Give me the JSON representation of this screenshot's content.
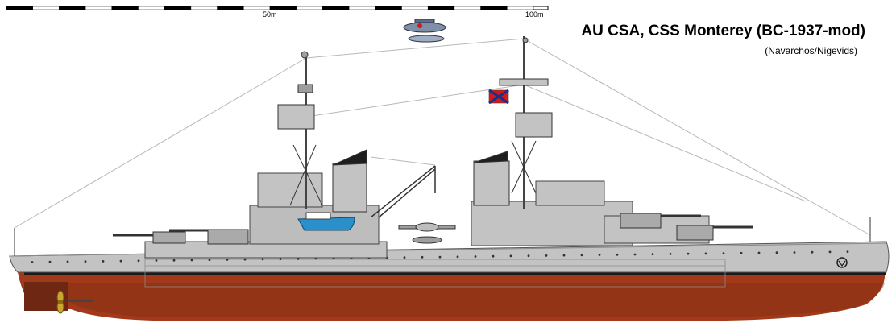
{
  "title": "AU CSA, CSS Monterey (BC-1937-mod)",
  "credit": "(Navarchos/Nigevids)",
  "scale_bar": {
    "labels": [
      "50m",
      "100m"
    ]
  },
  "colors": {
    "hull_gray": "#c3c3c3",
    "hull_red": "#a1391a",
    "hull_red_dark": "#6e2712",
    "boot_topping": "#1a1a1a",
    "deck_line": "#8a8a8a",
    "superstructure": "#bdbdbd",
    "funnel_cap": "#1e1e1e",
    "boat_blue": "#2b8fc9",
    "flag_red": "#d21a1a",
    "flag_blue": "#1b2f8a"
  },
  "icons": [
    "seaplane-icon",
    "flag-icon",
    "propeller-icon",
    "anchor-icon"
  ]
}
